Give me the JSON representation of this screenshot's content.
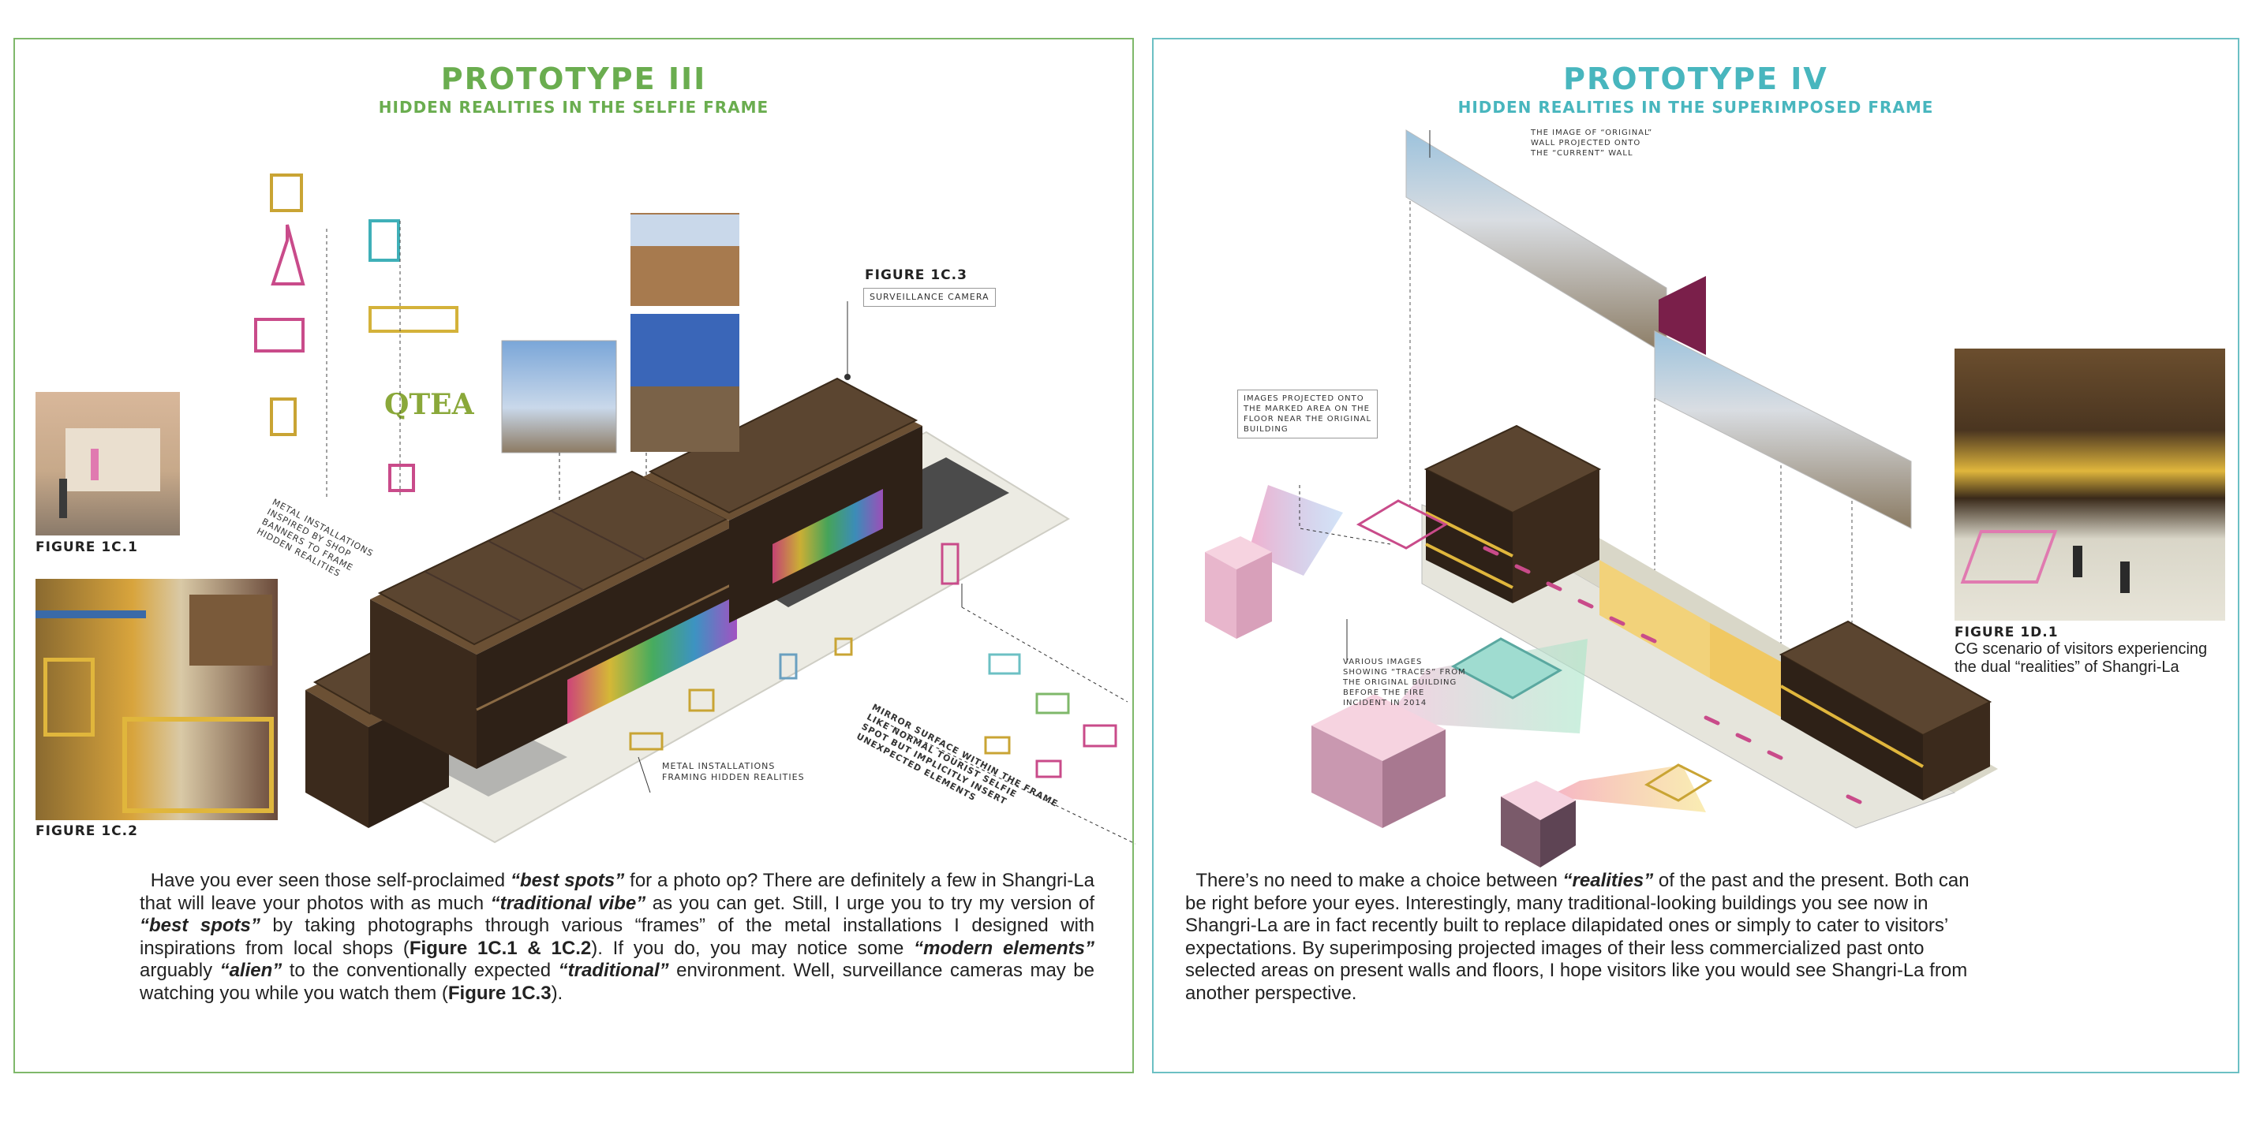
{
  "left": {
    "title": "PROTOTYPE III",
    "subtitle": "HIDDEN REALITIES IN THE SELFIE FRAME",
    "figures": {
      "fig1c1": "FIGURE 1C.1",
      "fig1c2": "FIGURE 1C.2",
      "fig1c3": "FIGURE 1C.3"
    },
    "labels": {
      "surveillance": "SURVEILLANCE CAMERA",
      "metal_installations": "METAL INSTALLATIONS\nINSPIRED BY SHOP\nBANNERS TO FRAME\nHIDDEN REALITIES",
      "metal_framing": "METAL INSTALLATIONS\nFRAMING HIDDEN REALITIES",
      "mirror": "MIRROR SURFACE WITHIN THE FRAME\nLIKE NORMAL TOURIST SELFIE\nSPOT BUT IMPLICITLY INSERT\nUNEXPECTED ELEMENTS",
      "sign_text": "QTEA"
    },
    "body": {
      "t1": "Have you ever seen those self-proclaimed ",
      "e1": "“best spots”",
      "t2": " for a photo op? There are definitely a few in Shangri-La that will leave your photos with as much ",
      "e2": "“traditional vibe”",
      "t3": " as you can get. Still, I urge you to try my version of ",
      "e3": "“best spots”",
      "t4": " by taking photographs through various “frames” of the metal installations I designed with inspirations from local shops (",
      "b1": "Figure 1C.1 & 1C.2",
      "t5": "). If you do, you may notice some ",
      "e4": "“modern elements”",
      "t6": " arguably ",
      "e5": "“alien”",
      "t7": " to the conventionally expected ",
      "e6": "“traditional”",
      "t8": " environment. Well, surveillance cameras may be watching you while you watch them (",
      "b2": "Figure 1C.3",
      "t9": ")."
    }
  },
  "right": {
    "title": "PROTOTYPE IV",
    "subtitle": "HIDDEN REALITIES IN THE SUPERIMPOSED FRAME",
    "labels": {
      "projected_wall": "THE IMAGE OF “ORIGINAL”\nWALL PROJECTED ONTO\nTHE “CURRENT” WALL",
      "images_floor": "IMAGES PROJECTED ONTO\nTHE MARKED AREA ON THE\nFLOOR NEAR THE ORIGINAL\nBUILDING",
      "traces": "VARIOUS IMAGES\nSHOWING “TRACES” FROM\nTHE ORIGINAL BUILDING\nBEFORE THE FIRE\nINCIDENT IN 2014"
    },
    "figure": {
      "caption": "FIGURE 1D.1",
      "description": "CG scenario of visitors experiencing the dual “realities” of Shangri-La"
    },
    "body": {
      "t1": "There’s no need to make a choice between ",
      "e1": "“realities”",
      "t2": " of the past and the present. Both can be right before your eyes. Interestingly, many traditional-looking buildings you see now in Shangri-La are in fact recently built to replace dilapidated ones or simply to cater to visitors’ expectations. By superimposing projected images of their less commercialized past onto selected areas on present walls and floors, I hope visitors like you would see Shangri-La from another perspective."
    }
  },
  "colors": {
    "green": "#6aad4f",
    "teal": "#48b6be",
    "roof": "#5b4530",
    "ground": "#ecebe3"
  }
}
